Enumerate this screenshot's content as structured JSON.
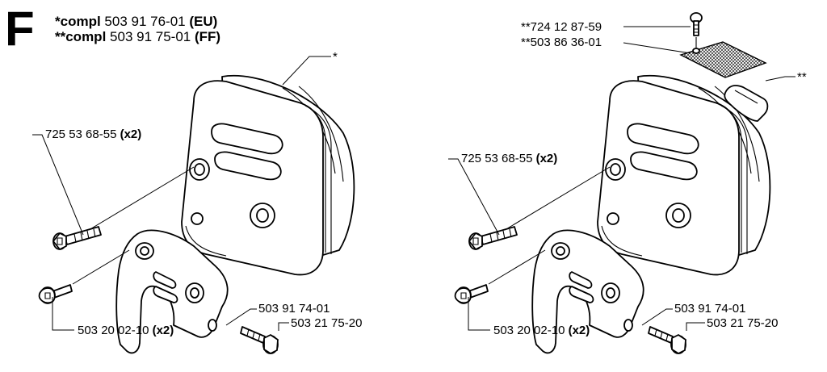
{
  "section": "F",
  "header": {
    "line1": {
      "prefix": "*compl",
      "number": "503 91 76-01",
      "variant": "(EU)"
    },
    "line2": {
      "prefix": "**compl",
      "number": "503 91 75-01",
      "variant": "(FF)"
    }
  },
  "left_view": {
    "muffler_marker": "*",
    "screw_side": {
      "number": "725 53 68-55",
      "qty": "(x2)"
    },
    "bracket": "503 91 74-01",
    "screw_bottom_left": {
      "number": "503 20 02-10",
      "qty": "(x2)"
    },
    "screw_bottom_right": "503 21 75-20"
  },
  "right_view": {
    "screw_top": "**724 12 87-59",
    "screen": "**503 86 36-01",
    "deflector_marker": "**",
    "screw_side": {
      "number": "725 53 68-55",
      "qty": "(x2)"
    },
    "bracket": "503 91 74-01",
    "screw_bottom_left": {
      "number": "503 20 02-10",
      "qty": "(x2)"
    },
    "screw_bottom_right": "503 21 75-20"
  }
}
